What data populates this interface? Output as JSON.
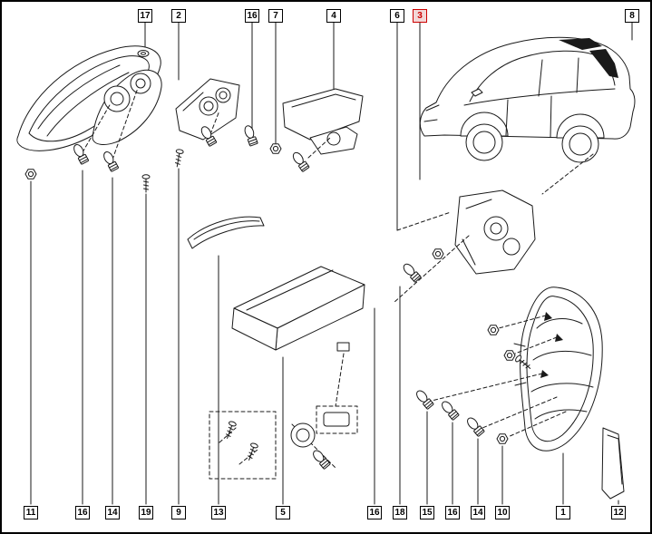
{
  "colors": {
    "line": "#1a1a1a",
    "background": "#ffffff",
    "highlight": "#cc0000",
    "highlight_background": "#f2d7d7"
  },
  "callouts": {
    "top": [
      {
        "label": "17",
        "highlighted": false
      },
      {
        "label": "2",
        "highlighted": false
      },
      {
        "label": "16",
        "highlighted": false
      },
      {
        "label": "7",
        "highlighted": false
      },
      {
        "label": "4",
        "highlighted": false
      },
      {
        "label": "6",
        "highlighted": false
      },
      {
        "label": "3",
        "highlighted": true
      },
      {
        "label": "8",
        "highlighted": false
      }
    ],
    "bottom": [
      {
        "label": "11",
        "highlighted": false
      },
      {
        "label": "16",
        "highlighted": false
      },
      {
        "label": "14",
        "highlighted": false
      },
      {
        "label": "19",
        "highlighted": false
      },
      {
        "label": "9",
        "highlighted": false
      },
      {
        "label": "13",
        "highlighted": false
      },
      {
        "label": "5",
        "highlighted": false
      },
      {
        "label": "16",
        "highlighted": false
      },
      {
        "label": "18",
        "highlighted": false
      },
      {
        "label": "15",
        "highlighted": false
      },
      {
        "label": "16",
        "highlighted": false
      },
      {
        "label": "14",
        "highlighted": false
      },
      {
        "label": "10",
        "highlighted": false
      },
      {
        "label": "1",
        "highlighted": false
      },
      {
        "label": "12",
        "highlighted": false
      }
    ]
  },
  "illustrations": [
    "left-outer-tail-lamp",
    "left-lamp-bulb-holder",
    "left-inner-lamp",
    "trunk-lid-lamp",
    "car-silhouette",
    "right-inner-lamp",
    "lamp-trim-strip",
    "high-mount-stop-lamp",
    "screws-dashed-box",
    "bulb-socket-assembly",
    "clip-dashed-box",
    "right-outer-tail-lamp",
    "reflector-strip",
    "bulb-icon",
    "nut-icon",
    "screw-icon",
    "grommet-icon"
  ]
}
